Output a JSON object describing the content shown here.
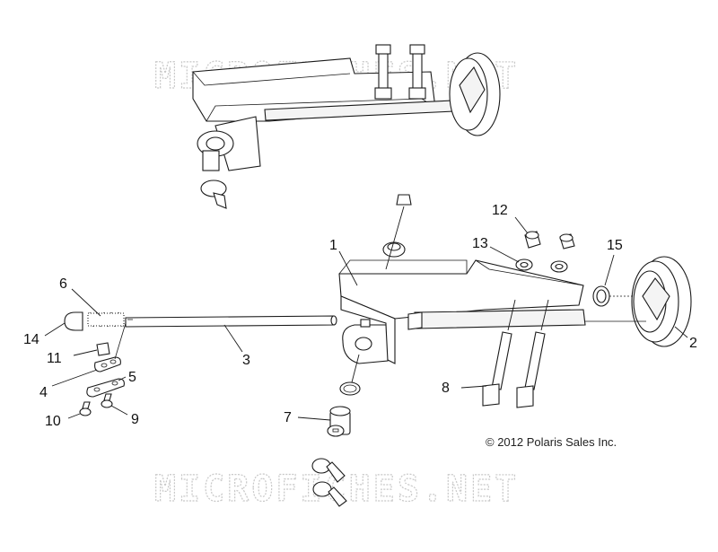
{
  "watermark": {
    "text": "MICROFICHES.NET"
  },
  "copyright": "© 2012 Polaris Sales Inc.",
  "callouts": {
    "c1": "1",
    "c2": "2",
    "c3": "3",
    "c4": "4",
    "c5": "5",
    "c6": "6",
    "c7": "7",
    "c8": "8",
    "c9": "9",
    "c10": "10",
    "c11": "11",
    "c12": "12",
    "c13": "13",
    "c14": "14",
    "c15": "15"
  }
}
